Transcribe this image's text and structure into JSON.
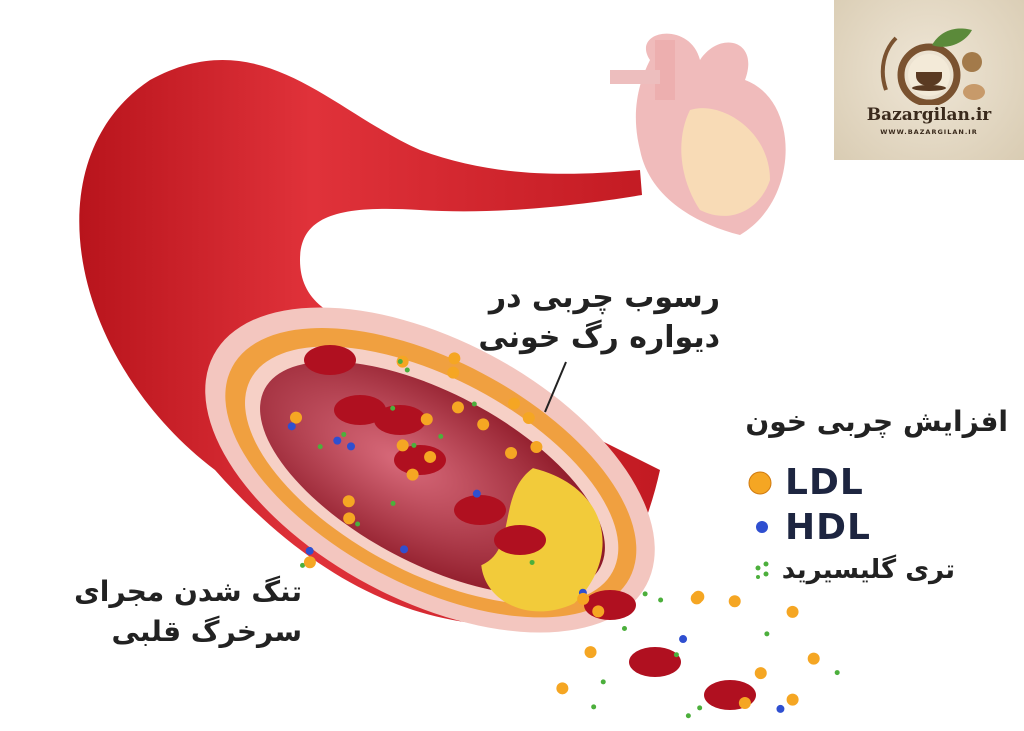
{
  "plaque_label": {
    "line1": "رسوب چربی در",
    "line2": "دیواره رگ خونی"
  },
  "legend": {
    "title": "افزایش چربی خون",
    "items": [
      {
        "label": "LDL",
        "icon": "orange-particle-icon",
        "color": "#f5a623"
      },
      {
        "label": "HDL",
        "icon": "blue-particle-icon",
        "color": "#2f4fd0"
      },
      {
        "label": "تری گلیسیرید",
        "icon": "green-dots-icon",
        "color": "#4caf3c"
      }
    ]
  },
  "narrowing_label": {
    "line1": "تنگ شدن مجرای",
    "line2": "سرخرگ قلبی"
  },
  "logo": {
    "brand": "Bazargilan.ir",
    "url": "WWW.BAZARGILAN.IR"
  }
}
